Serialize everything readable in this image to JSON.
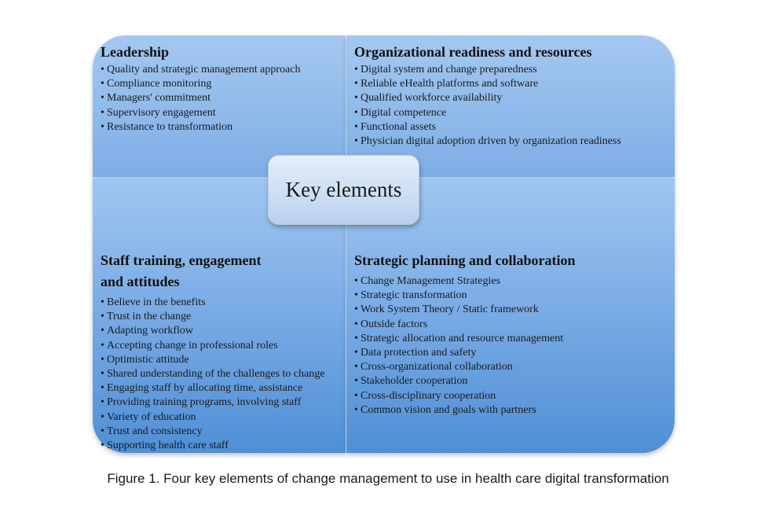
{
  "diagram": {
    "center_label": "Key elements",
    "colors": {
      "panel_light": "#a4c8f0",
      "panel_dark": "#4f8fd6",
      "center_box": "#cddff3"
    },
    "quadrants": [
      {
        "title": "Leadership",
        "items": [
          "Quality and strategic management approach",
          "Compliance monitoring",
          "Managers' commitment",
          "Supervisory engagement",
          "Resistance to transformation"
        ]
      },
      {
        "title": "Organizational readiness and resources",
        "items": [
          "Digital system and change preparedness",
          "Reliable eHealth platforms and software",
          "Qualified workforce availability",
          "Digital competence",
          "Functional assets",
          "Physician digital adoption driven by organization readiness"
        ]
      },
      {
        "title_line1": "Staff training, engagement",
        "title_line2": "and attitudes",
        "items": [
          "Believe in the benefits",
          "Trust in the change",
          "Adapting workflow",
          "Accepting change in professional roles",
          "Optimistic attitude",
          "Shared understanding of the challenges to change",
          "Engaging staff by allocating time, assistance",
          "Providing training programs, involving staff",
          "Variety of education",
          "Trust and consistency",
          "Supporting health care staff"
        ]
      },
      {
        "title": "Strategic planning and collaboration",
        "items": [
          "Change Management Strategies",
          "Strategic transformation",
          "Work System Theory / Static framework",
          "Outside factors",
          "Strategic allocation and resource management",
          "Data protection and safety",
          "Cross-organizational collaboration",
          "Stakeholder cooperation",
          "Cross-disciplinary cooperation",
          "Common vision and goals with partners"
        ]
      }
    ]
  },
  "caption": "Figure 1. Four key elements of change management to use in health care digital transformation"
}
